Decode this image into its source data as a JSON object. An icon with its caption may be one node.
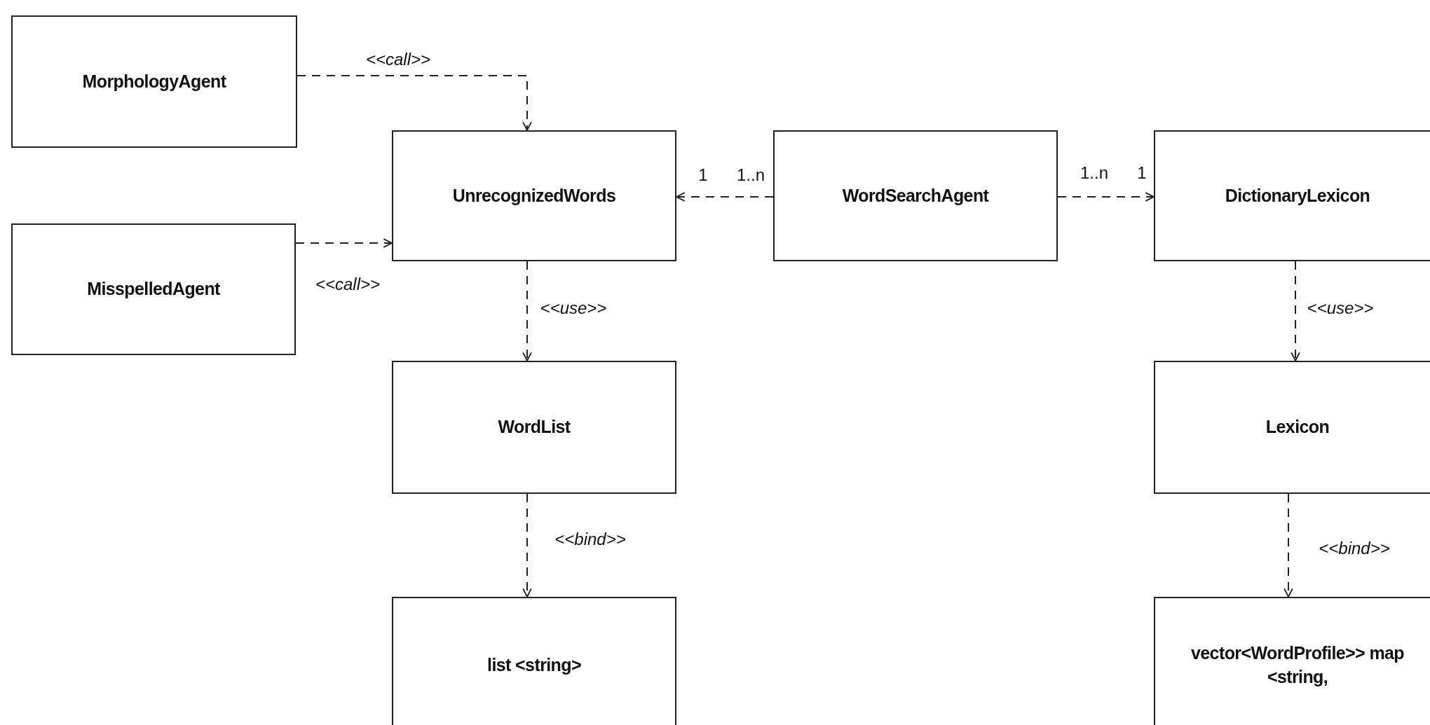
{
  "diagram": {
    "nodes": [
      {
        "text": [
          "MorphologyAgent"
        ]
      },
      {
        "text": [
          "MisspelledAgent"
        ]
      },
      {
        "text": [
          "UnrecognizedWords"
        ]
      },
      {
        "text": [
          "WordSearchAgent"
        ]
      },
      {
        "text": [
          "DictionaryLexicon"
        ]
      },
      {
        "text": [
          "WordList"
        ]
      },
      {
        "text": [
          "Lexicon"
        ]
      },
      {
        "text": [
          "list <string>"
        ]
      },
      {
        "text": [
          "vector<WordProfile>> map <string,"
        ]
      }
    ],
    "edges": [
      {
        "from": 0,
        "to": 2,
        "arrow": "to",
        "label": "<<call>>",
        "style": "dashed"
      },
      {
        "from": 1,
        "to": 2,
        "arrow": "to",
        "label": "<<call>>",
        "style": "dashed"
      },
      {
        "from": 3,
        "to": 2,
        "arrow": "to",
        "style": "dashed"
      },
      {
        "from": 3,
        "to": 4,
        "arrow": "to",
        "style": "dashed"
      },
      {
        "from": 2,
        "to": 5,
        "arrow": "to",
        "label": "<<use>>",
        "style": "dashed"
      },
      {
        "from": 4,
        "to": 6,
        "arrow": "to",
        "label": "<<use>>",
        "style": "dashed"
      },
      {
        "from": 5,
        "to": 7,
        "arrow": "to",
        "label": "<<bind>>",
        "style": "dashed"
      },
      {
        "from": 6,
        "to": 8,
        "arrow": "to",
        "label": "<<bind>>",
        "style": "dashed"
      }
    ],
    "labels": [
      "1",
      "1..n",
      "1..n",
      "1"
    ]
  }
}
